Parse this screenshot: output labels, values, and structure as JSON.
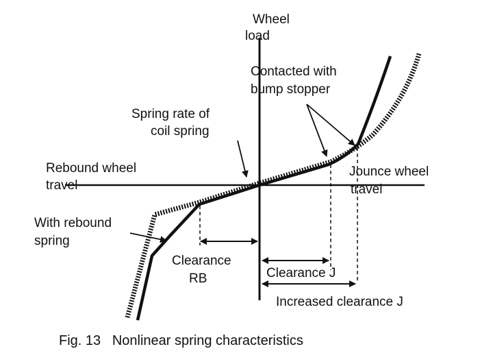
{
  "labels": {
    "wheel_load_1": "Wheel",
    "wheel_load_2": "load",
    "bump_1": "Contacted with",
    "bump_2": "bump stopper",
    "spring_rate_1": "Spring rate of",
    "spring_rate_2": "coil spring",
    "rebound_1": "Rebound wheel",
    "rebound_2": "travel",
    "jounce_1": "Jounce wheel",
    "jounce_2": "travel",
    "rebound_spring_1": "With rebound",
    "rebound_spring_2": "spring",
    "clearance_rb_1": "Clearance",
    "clearance_rb_2": "RB",
    "clearance_j": "Clearance J",
    "increased_clearance_j": "Increased clearance J"
  },
  "caption": "Fig. 13   Nonlinear spring characteristics",
  "colors": {
    "ink": "#111111",
    "background": "#ffffff"
  }
}
